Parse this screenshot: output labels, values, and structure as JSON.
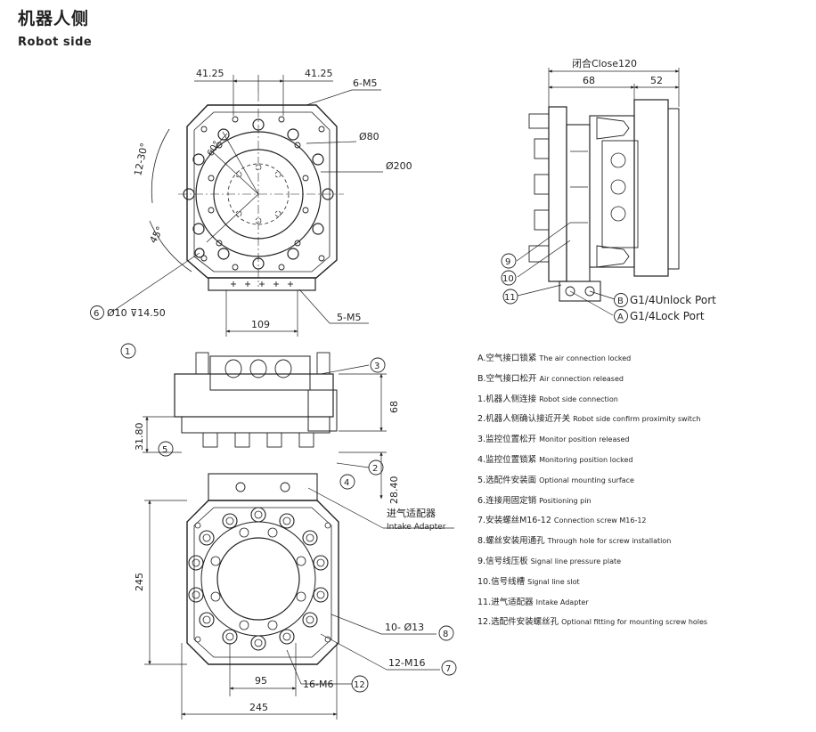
{
  "header": {
    "title_cn": "机器人侧",
    "title_en": "Robot side"
  },
  "top_view": {
    "dim_left": "41.25",
    "dim_right": "41.25",
    "thread_top": "6-M5",
    "dia_small": "Ø80",
    "dia_large": "Ø200",
    "angle_a": "12-30°",
    "angle_b": "60°",
    "angle_c": "45°",
    "pin_label": "Ø10 ⊽14.50",
    "pin_marker": "6",
    "dim_bottom": "109",
    "thread_bottom": "5-M5"
  },
  "side_view": {
    "close_label": "闭合Close120",
    "dim_left": "68",
    "dim_right": "52",
    "marker_9": "9",
    "marker_10": "10",
    "marker_11": "11",
    "port_b_marker": "B",
    "port_b_label": "G1/4Unlock Port",
    "port_a_marker": "A",
    "port_a_label": "G1/4Lock Port"
  },
  "front_view": {
    "marker_1": "1",
    "marker_3": "3",
    "marker_5": "5",
    "marker_2": "2",
    "marker_4": "4",
    "dim_68": "68",
    "dim_3180": "31.80",
    "dim_2840": "28.40"
  },
  "bottom_view": {
    "intake_cn": "进气适配器",
    "intake_en": "Intake Adapter",
    "dim_245_v": "245",
    "holes_label": "10- Ø13",
    "marker_8": "8",
    "screws_label": "12-M16",
    "marker_7": "7",
    "dim_95": "95",
    "m6_label": "16-M6",
    "marker_12": "12",
    "dim_245_h": "245"
  },
  "legend": [
    {
      "cn": "A.空气接口锁紧",
      "en": "The air connection locked"
    },
    {
      "cn": "B.空气接口松开",
      "en": "Air connection released"
    },
    {
      "cn": "1.机器人侧连接",
      "en": "Robot side connection"
    },
    {
      "cn": "2.机器人侧确认接近开关",
      "en": "Robot side confirm proximity switch"
    },
    {
      "cn": "3.监控位置松开",
      "en": "Monitor position released"
    },
    {
      "cn": "4.监控位置锁紧",
      "en": "Monitoring position locked"
    },
    {
      "cn": "5.选配件安装面",
      "en": "Optional mounting surface"
    },
    {
      "cn": "6.连接用固定销",
      "en": "Positioning pin"
    },
    {
      "cn": "7.安装螺丝M16-12",
      "en": "Connection screw M16-12"
    },
    {
      "cn": "8.螺丝安装用通孔",
      "en": "Through hole for screw installation"
    },
    {
      "cn": "9.信号线压板",
      "en": "Signal line pressure plate"
    },
    {
      "cn": "10.信号线槽",
      "en": "Signal line slot"
    },
    {
      "cn": "11.进气适配器",
      "en": "Intake Adapter"
    },
    {
      "cn": "12.选配件安装螺丝孔",
      "en": "Optional fitting for mounting screw holes"
    }
  ]
}
